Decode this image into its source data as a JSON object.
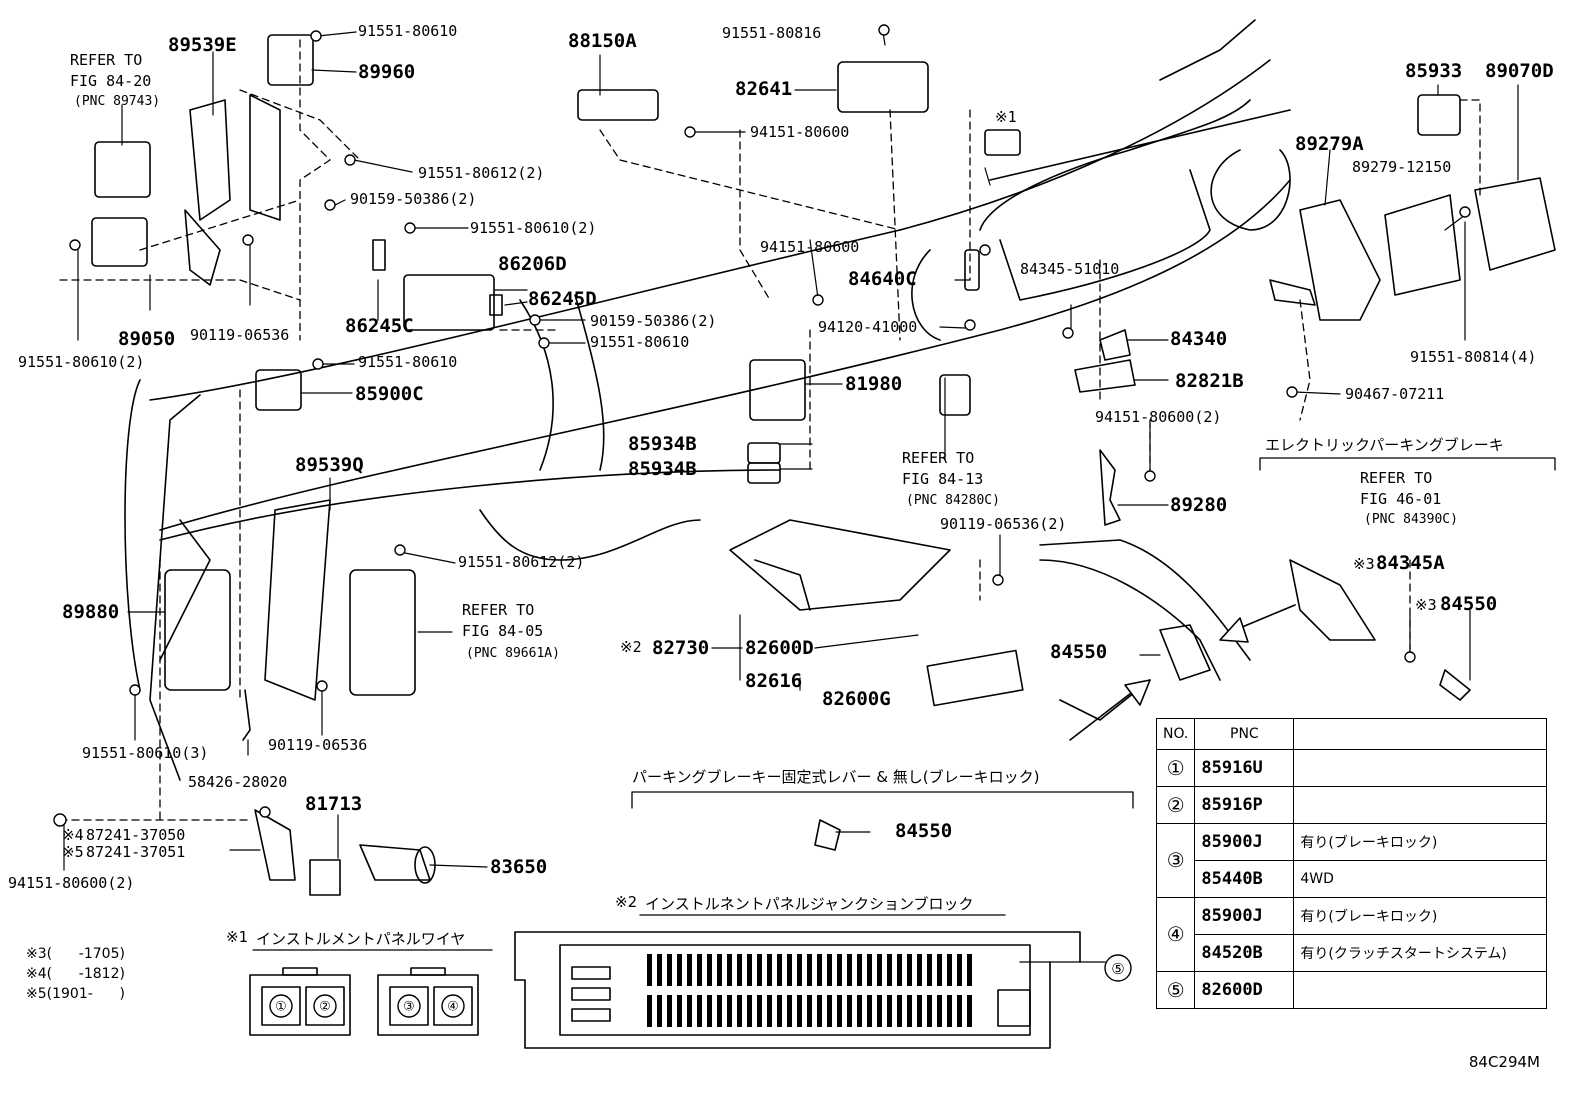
{
  "figure_code": "84C294M",
  "part_labels": {
    "p89539E": "89539E",
    "p91551_80610_top": "91551-80610",
    "p89960": "89960",
    "p88150A": "88150A",
    "p91551_80816": "91551-80816",
    "p82641": "82641",
    "p94151_80600_a": "94151-80600",
    "p91551_80612_2a": "91551-80612(2)",
    "p90159_50386_2a": "90159-50386(2)",
    "p91551_80610_2a": "91551-80610(2)",
    "p86206D": "86206D",
    "p86245D": "86245D",
    "p90159_50386_2b": "90159-50386(2)",
    "p91551_80610_b": "91551-80610",
    "p86245C": "86245C",
    "p90119_06536_a": "90119-06536",
    "p89050": "89050",
    "p91551_80610_2b": "91551-80610(2)",
    "p91551_80610_c": "91551-80610",
    "p85900C": "85900C",
    "p895390": "89539Q",
    "p89880": "89880",
    "p91551_80612_2b": "91551-80612(2)",
    "p90119_06536_b": "90119-06536",
    "p91551_80610_3": "91551-80610(3)",
    "p58426_28020": "58426-28020",
    "p81713": "81713",
    "p83650": "83650",
    "p87241_37050": "87241-37050",
    "p87241_37051": "87241-37051",
    "p94151_80600_2a": "94151-80600(2)",
    "p94151_80600_b": "94151-80600",
    "p84640C": "84640C",
    "p94120_41000": "94120-41000",
    "p81980": "81980",
    "p85934B_a": "85934B",
    "p85934B_b": "85934B",
    "p90119_06536_2": "90119-06536(2)",
    "p82730": "82730",
    "p82600D": "82600D",
    "p82616": "82616",
    "p82600G": "82600G",
    "p84550_c": "84550",
    "p84345_51010": "84345-51010",
    "p84340": "84340",
    "p82821B": "82821B",
    "p94151_80600_2b": "94151-80600(2)",
    "p89280": "89280",
    "p85933": "85933",
    "p89070D": "89070D",
    "p89279A": "89279A",
    "p89279_12150": "89279-12150",
    "p91551_80814_4": "91551-80814(4)",
    "p90467_07211": "90467-07211",
    "p84345A": "84345A",
    "p84550_a": "84550",
    "p84550_b": "84550"
  },
  "marks": {
    "m1": "※1",
    "m2": "※2",
    "m3a": "※3",
    "m3b": "※3",
    "m4": "※4",
    "m5": "※5"
  },
  "refer_notes": {
    "fig84_20": "REFER TO\nFIG 84-20",
    "fig84_20_pnc": "(PNC 89743)",
    "fig84_13": "REFER TO\nFIG 84-13",
    "fig84_13_pnc": "(PNC 84280C)",
    "fig84_05": "REFER TO\nFIG 84-05",
    "fig84_05_pnc": "(PNC 89661A)",
    "fig46_01": "REFER TO\nFIG 46-01",
    "fig46_01_pnc": "(PNC 84390C)"
  },
  "jp_headings": {
    "epb": "エレクトリックパーキングブレーキ",
    "fixed_lever": "パーキングブレーキー固定式レバー  &  無し(ブレーキロック)",
    "junction_block": "インストルネントパネルジャンクションブロック",
    "wire": "インストルメントパネルワイヤ"
  },
  "footnotes": [
    "※3(      -1705)",
    "※4(      -1812)",
    "※5(1901-      )"
  ],
  "connector_circles": [
    "①",
    "②",
    "③",
    "④"
  ],
  "callout_circle": "⑤",
  "pnc_table": {
    "headers": [
      "NO.",
      "PNC",
      ""
    ],
    "rows": [
      {
        "no": "①",
        "pnc": "85916U",
        "remark": ""
      },
      {
        "no": "②",
        "pnc": "85916P",
        "remark": ""
      },
      {
        "no": "③",
        "pnc": "85900J",
        "remark": "有り(ブレーキロック)"
      },
      {
        "no": "",
        "pnc": "85440B",
        "remark": "4WD"
      },
      {
        "no": "④",
        "pnc": "85900J",
        "remark": "有り(ブレーキロック)"
      },
      {
        "no": "",
        "pnc": "84520B",
        "remark": "有り(クラッチスタートシステム)"
      },
      {
        "no": "⑤",
        "pnc": "82600D",
        "remark": ""
      }
    ]
  }
}
